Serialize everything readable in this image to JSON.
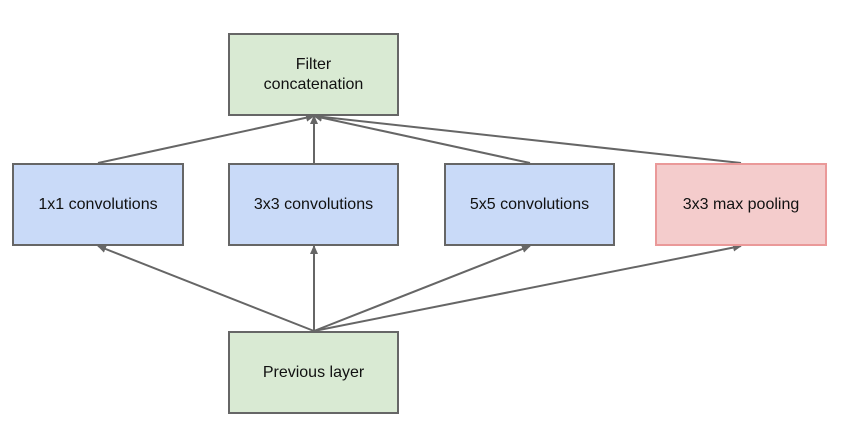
{
  "nodes": {
    "concat": {
      "label": "Filter\nconcatenation",
      "color": "#d9ead3"
    },
    "conv1x1": {
      "label": "1x1 convolutions",
      "color": "#c9daf8"
    },
    "conv3x3": {
      "label": "3x3 convolutions",
      "color": "#c9daf8"
    },
    "conv5x5": {
      "label": "5x5 convolutions",
      "color": "#c9daf8"
    },
    "pool": {
      "label": "3x3 max pooling",
      "color": "#f4cccc"
    },
    "previous": {
      "label": "Previous layer",
      "color": "#d9ead3"
    }
  },
  "edges": [
    {
      "from": "previous",
      "to": "conv1x1"
    },
    {
      "from": "previous",
      "to": "conv3x3"
    },
    {
      "from": "previous",
      "to": "conv5x5"
    },
    {
      "from": "previous",
      "to": "pool"
    },
    {
      "from": "conv1x1",
      "to": "concat"
    },
    {
      "from": "conv3x3",
      "to": "concat"
    },
    {
      "from": "conv5x5",
      "to": "concat"
    },
    {
      "from": "pool",
      "to": "concat"
    }
  ],
  "colors": {
    "arrow": "#666666",
    "border": "#666666",
    "pool_border": "#ea9999"
  }
}
